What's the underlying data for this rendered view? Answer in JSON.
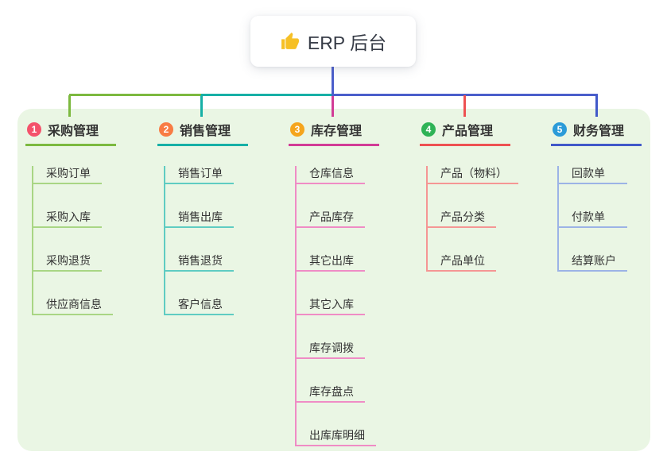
{
  "root": {
    "label": "ERP 后台",
    "icon": "thumbs-up-icon",
    "icon_color": "#f6c026",
    "connector_color": "#4b5ecb"
  },
  "panel": {
    "background": "#eaf6e4"
  },
  "branches": [
    {
      "num": "1",
      "label": "采购管理",
      "badge_color": "#f4526b",
      "line_color": "#7cb93f",
      "child_line_color": "#a9d684",
      "children": [
        "采购订单",
        "采购入库",
        "采购退货",
        "供应商信息"
      ]
    },
    {
      "num": "2",
      "label": "销售管理",
      "badge_color": "#f87c44",
      "line_color": "#17b0a6",
      "child_line_color": "#5fccc2",
      "children": [
        "销售订单",
        "销售出库",
        "销售退货",
        "客户信息"
      ]
    },
    {
      "num": "3",
      "label": "库存管理",
      "badge_color": "#f5a51d",
      "line_color": "#d23c96",
      "child_line_color": "#ef8cc5",
      "children": [
        "仓库信息",
        "产品库存",
        "其它出库",
        "其它入库",
        "库存调拨",
        "库存盘点",
        "出库库明细"
      ]
    },
    {
      "num": "4",
      "label": "产品管理",
      "badge_color": "#2eb356",
      "line_color": "#ee5152",
      "child_line_color": "#f59694",
      "children": [
        "产品（物料）",
        "产品分类",
        "产品单位"
      ]
    },
    {
      "num": "5",
      "label": "财务管理",
      "badge_color": "#2b9bd8",
      "line_color": "#4159c9",
      "child_line_color": "#9cb3e6",
      "children": [
        "回款单",
        "付款单",
        "结算账户"
      ]
    }
  ]
}
